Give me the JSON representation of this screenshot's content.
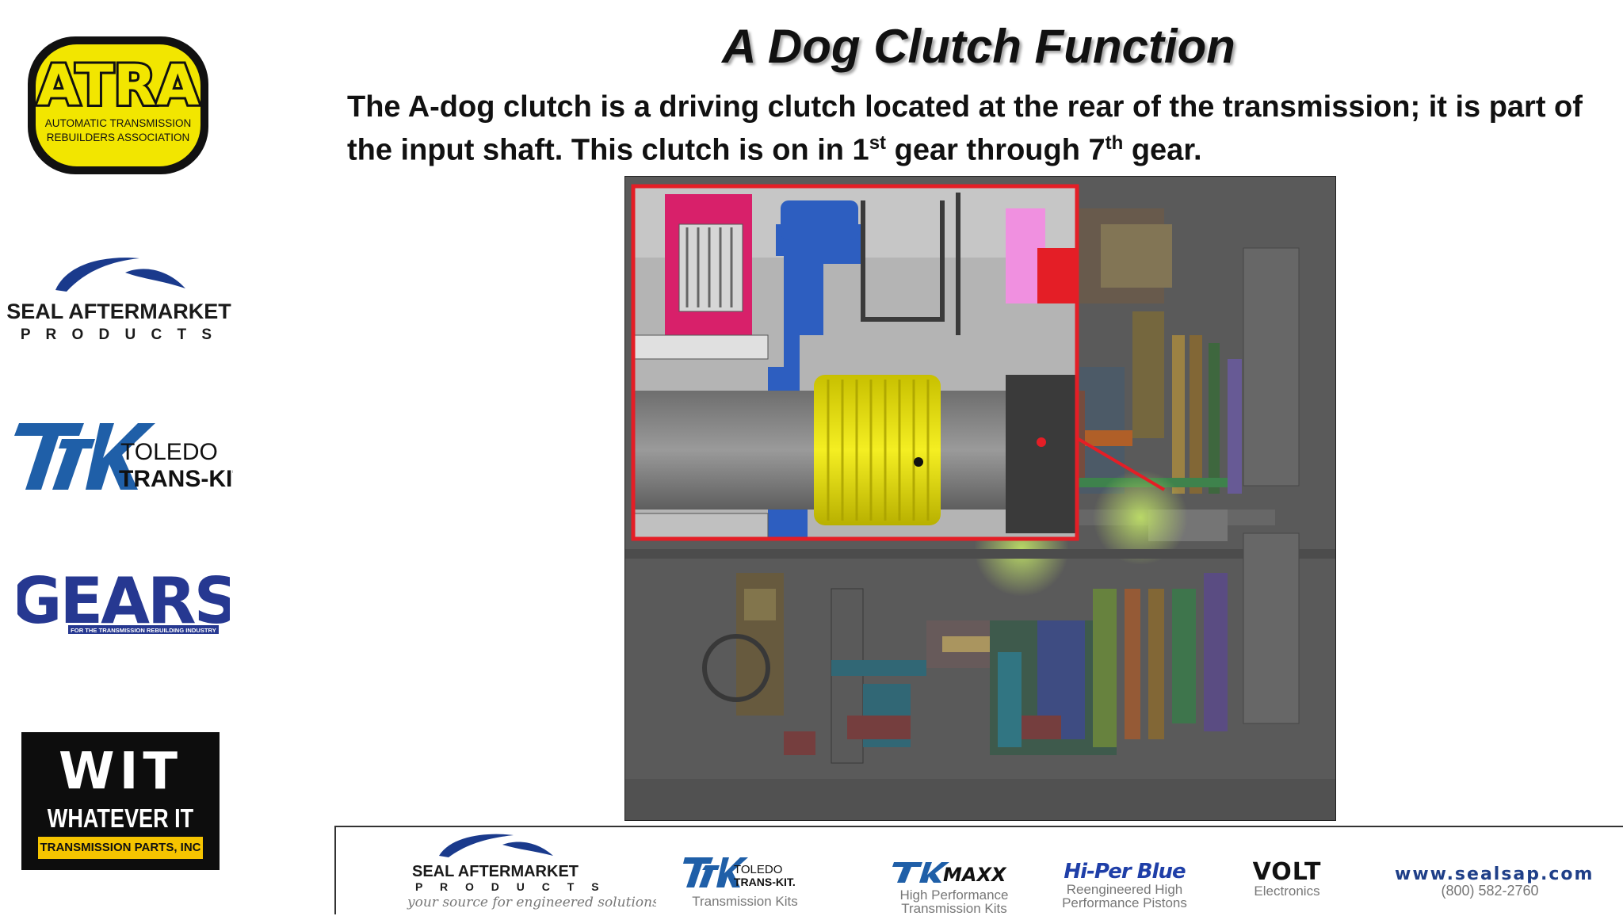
{
  "slide": {
    "title": "A Dog Clutch Function",
    "description": {
      "line1": "The A-dog clutch is a driving clutch located at the rear of the transmission; it is part of",
      "line2_a": "the input shaft. This clutch is on in 1",
      "line2_sup1": "st",
      "line2_b": " gear through 7",
      "line2_sup2": "th",
      "line2_c": " gear."
    }
  },
  "sidebar": {
    "atra": {
      "big": "ATRA",
      "line1": "AUTOMATIC TRANSMISSION",
      "line2": "REBUILDERS  ASSOCIATION"
    },
    "seal": {
      "line1": "SEAL AFTERMARKET",
      "line2": "P R O D U C T S"
    },
    "ttk": {
      "line1": "TOLEDO",
      "line2": "TRANS-KIT"
    },
    "gears": {
      "big": "GEARS",
      "tag": "FOR THE TRANSMISSION REBUILDING INDUSTRY"
    },
    "wit": {
      "big": "WIT",
      "mid": "WHATEVER IT TAKES",
      "bar": "TRANSMISSION PARTS, INC"
    }
  },
  "footer": {
    "seal": {
      "line1": "SEAL AFTERMARKET",
      "line2": "P R O D U C T S",
      "tagline": "your source for engineered solutions"
    },
    "ttk": {
      "line1": "TOLEDO",
      "line2": "TRANS-KIT.",
      "sub": "Transmission Kits"
    },
    "maxx": {
      "name": "MAXX",
      "sub1": "High Performance",
      "sub2": "Transmission Kits"
    },
    "hiper": {
      "name": "Hi-Per Blue",
      "sub1": "Reengineered High",
      "sub2": "Performance Pistons"
    },
    "volt": {
      "name": "VOLT",
      "sub": "Electronics"
    },
    "contact": {
      "url": "www.sealsap.com",
      "phone": "(800) 582-2760"
    }
  },
  "colors": {
    "atra_yellow": "#f2e600",
    "seal_blue": "#1a3a8c",
    "ttk_blue": "#1f5fa8",
    "gears_navy": "#263891",
    "wit_yellow": "#f5c400",
    "highlight_red": "#e41e26",
    "dog_clutch_yellow": "#e8e000"
  }
}
